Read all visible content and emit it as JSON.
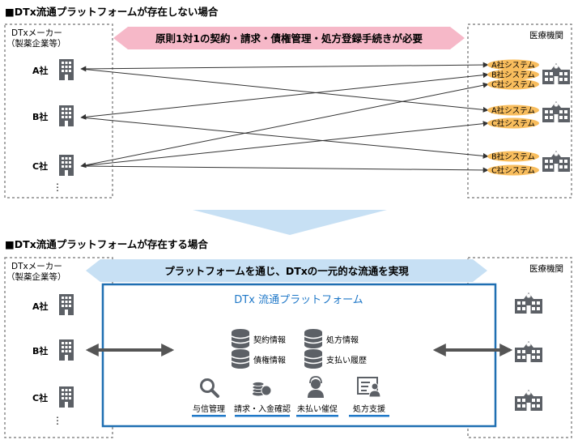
{
  "colors": {
    "pink": "#f6b8c8",
    "sky": "#c7e0f4",
    "platform_border": "#1f6fb2",
    "platform_title": "#1f78c8",
    "system_fill": "#f8bd5d",
    "building": "#5c6066",
    "dashed": "#8c8c8c",
    "tab_underline": "#1f78c8"
  },
  "top": {
    "heading": "■DTx流通プラットフォームが存在しない場合",
    "maker_label_1": "DTxメーカー",
    "maker_label_2": "（製薬企業等）",
    "banner": "原則1対1の契約・請求・債権管理・処方登録手続きが必要",
    "hospital_label": "医療機関",
    "companies": [
      "A社",
      "B社",
      "C社"
    ],
    "ellipsis": "⋮",
    "systems": [
      [
        "A社システム",
        "B社システム",
        "C社システム"
      ],
      [
        "A社システム",
        "C社システム"
      ],
      [
        "B社システム",
        "C社システム"
      ]
    ]
  },
  "bottom": {
    "heading": "■DTx流通プラットフォームが存在する場合",
    "maker_label_1": "DTxメーカー",
    "maker_label_2": "（製薬企業等）",
    "banner": "プラットフォームを通じ、DTxの一元的な流通を実現",
    "hospital_label": "医療機関",
    "companies": [
      "A社",
      "B社",
      "C社"
    ],
    "ellipsis": "⋮",
    "platform_title": "DTx 流通プラットフォーム",
    "db_items": [
      "契約情報",
      "処方情報",
      "債権情報",
      "支払い履歴"
    ],
    "functions": [
      "与信管理",
      "請求・入金確認",
      "未払い催促",
      "処方支援"
    ]
  }
}
